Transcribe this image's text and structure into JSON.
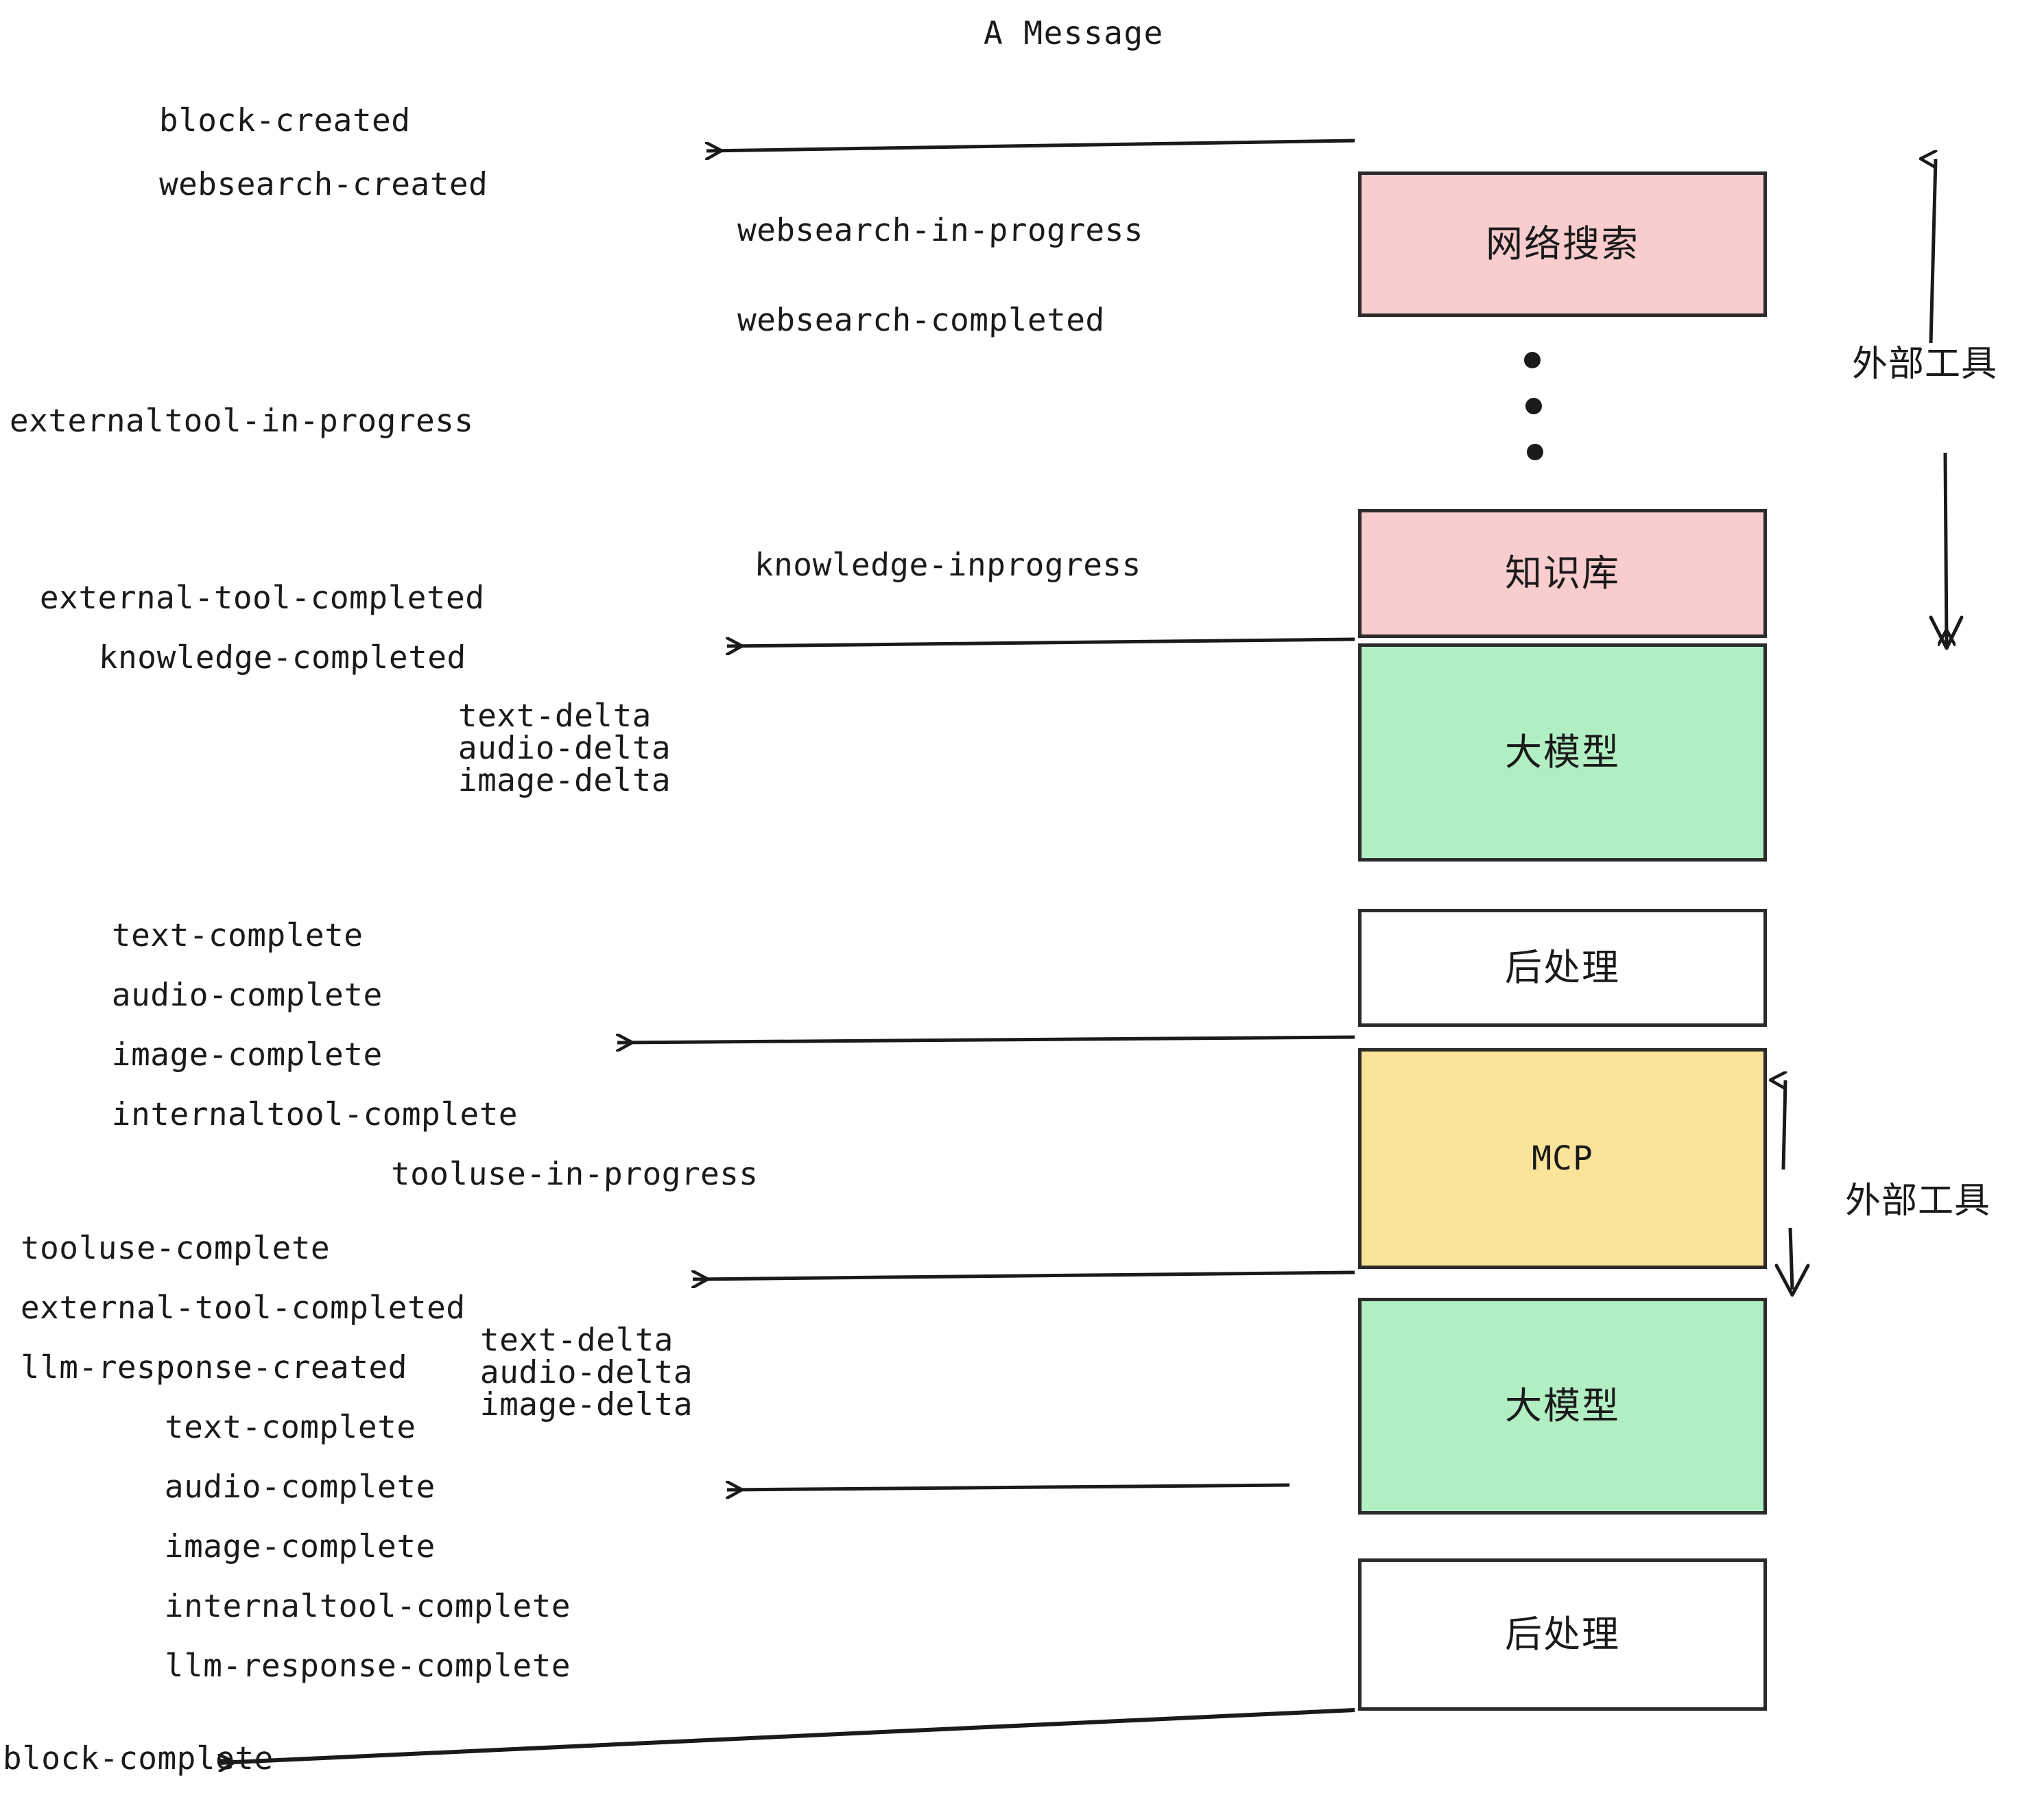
{
  "diagram": {
    "title": "A Message",
    "palette": {
      "pink": "#f9ccce",
      "green": "#b2eec3",
      "yellow": "#fbe49a",
      "white": "#ffffff",
      "stroke": "#2b2b2b",
      "text": "#1a1a1a",
      "background": "#ffffff"
    },
    "boxes": [
      {
        "label": "网络搜索",
        "color": "pink",
        "meaning": "web-search"
      },
      {
        "label": "知识库",
        "color": "pink",
        "meaning": "knowledge-base"
      },
      {
        "label": "大模型",
        "color": "green",
        "meaning": "llm-1"
      },
      {
        "label": "后处理",
        "color": "white",
        "meaning": "post-processing-1"
      },
      {
        "label": "MCP",
        "color": "yellow",
        "meaning": "mcp"
      },
      {
        "label": "大模型",
        "color": "green",
        "meaning": "llm-2"
      },
      {
        "label": "后处理",
        "color": "white",
        "meaning": "post-processing-2"
      }
    ],
    "side_labels": [
      {
        "text": "外部工具",
        "meaning": "external-tool-upper"
      },
      {
        "text": "外部工具",
        "meaning": "external-tool-lower"
      }
    ],
    "events": {
      "col_a": [
        "block-created",
        "websearch-created"
      ],
      "col_b": [
        "websearch-in-progress",
        "websearch-completed"
      ],
      "externaltool_in_progress": "externaltool-in-progress",
      "knowledge_inprogress": "knowledge-inprogress",
      "external_tool_completed_1": "external-tool-completed",
      "knowledge_completed": "knowledge-completed",
      "deltas_1": [
        "text-delta",
        "audio-delta",
        "image-delta"
      ],
      "completes_1": [
        "text-complete",
        "audio-complete",
        "image-complete",
        "internaltool-complete"
      ],
      "tooluse_in_progress": "tooluse-in-progress",
      "tooluse_complete": "tooluse-complete",
      "external_tool_completed_2": "external-tool-completed",
      "llm_response_created": "llm-response-created",
      "deltas_2": [
        "text-delta",
        "audio-delta",
        "image-delta"
      ],
      "completes_2": [
        "text-complete",
        "audio-complete",
        "image-complete",
        "internaltool-complete",
        "llm-response-complete"
      ],
      "block_complete": "block-complete"
    },
    "ellipsis_dots": 3
  }
}
